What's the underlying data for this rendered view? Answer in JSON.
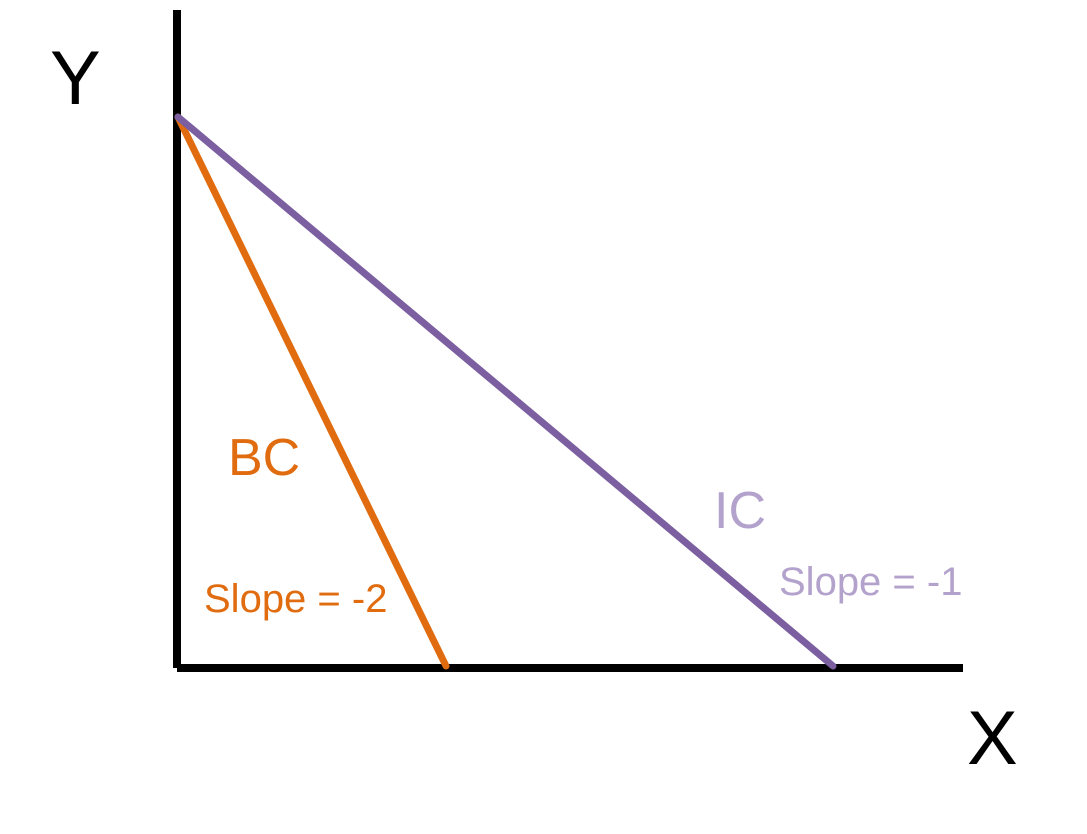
{
  "diagram": {
    "axes": {
      "y_label": "Y",
      "x_label": "X"
    },
    "curves": {
      "bc": {
        "name": "BC",
        "slope_text": "Slope = -2",
        "slope": -2,
        "color": "#e06c0f"
      },
      "ic": {
        "name": "IC",
        "slope_text": "Slope = -1",
        "slope": -1,
        "line_color": "#7b5fa0",
        "label_color": "#b3a2cc"
      }
    },
    "axis_color": "#000000"
  }
}
